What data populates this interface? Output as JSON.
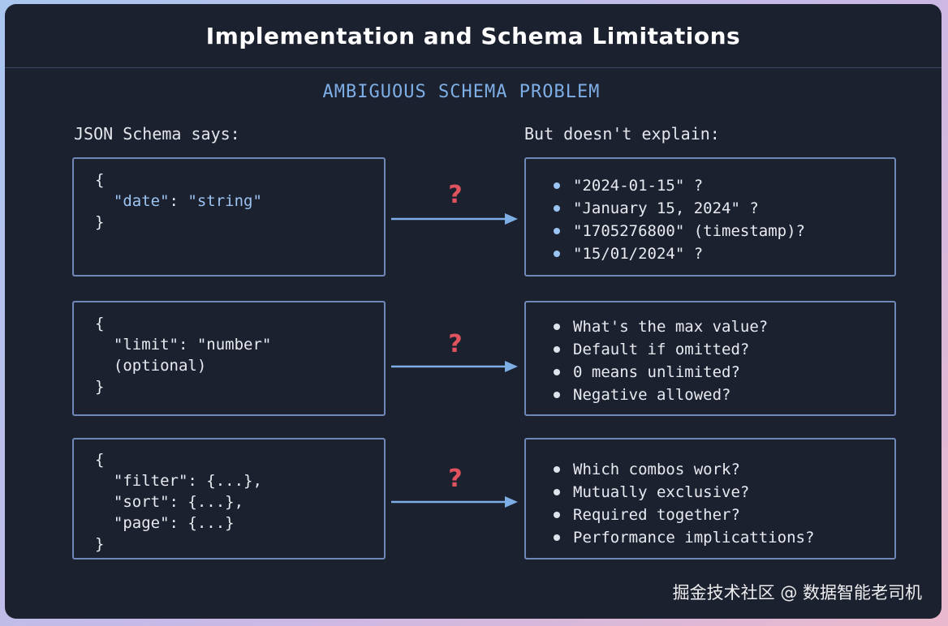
{
  "title": "Implementation and Schema Limitations",
  "section_title": "AMBIGUOUS SCHEMA PROBLEM",
  "left_heading": "JSON Schema says:",
  "right_heading": "But doesn't explain:",
  "question_mark": "?",
  "colors": {
    "accent_blue": "#7eaee6",
    "question_red": "#e0525e",
    "box_border": "#7088b8",
    "panel_bg": "#1c2130"
  },
  "rows": [
    {
      "schema": {
        "open": "{",
        "key": "\"date\"",
        "sep": ": ",
        "value": "\"string\"",
        "close": "}"
      },
      "questions": [
        "\"2024-01-15\" ?",
        "\"January 15, 2024\" ?",
        "\"1705276800\" (timestamp)?",
        "\"15/01/2024\" ?"
      ]
    },
    {
      "schema": {
        "open": "{",
        "line1": "\"limit\": \"number\"",
        "line2": "(optional)",
        "close": "}"
      },
      "questions": [
        "What's the max value?",
        "Default if omitted?",
        "0 means unlimited?",
        "Negative allowed?"
      ]
    },
    {
      "schema": {
        "open": "{",
        "line1": "\"filter\": {...},",
        "line2": "\"sort\": {...},",
        "line3": "\"page\": {...}",
        "close": "}"
      },
      "questions": [
        "Which combos work?",
        "Mutually exclusive?",
        "Required together?",
        "Performance implicattions?"
      ]
    }
  ],
  "watermark": "掘金技术社区 @ 数据智能老司机"
}
